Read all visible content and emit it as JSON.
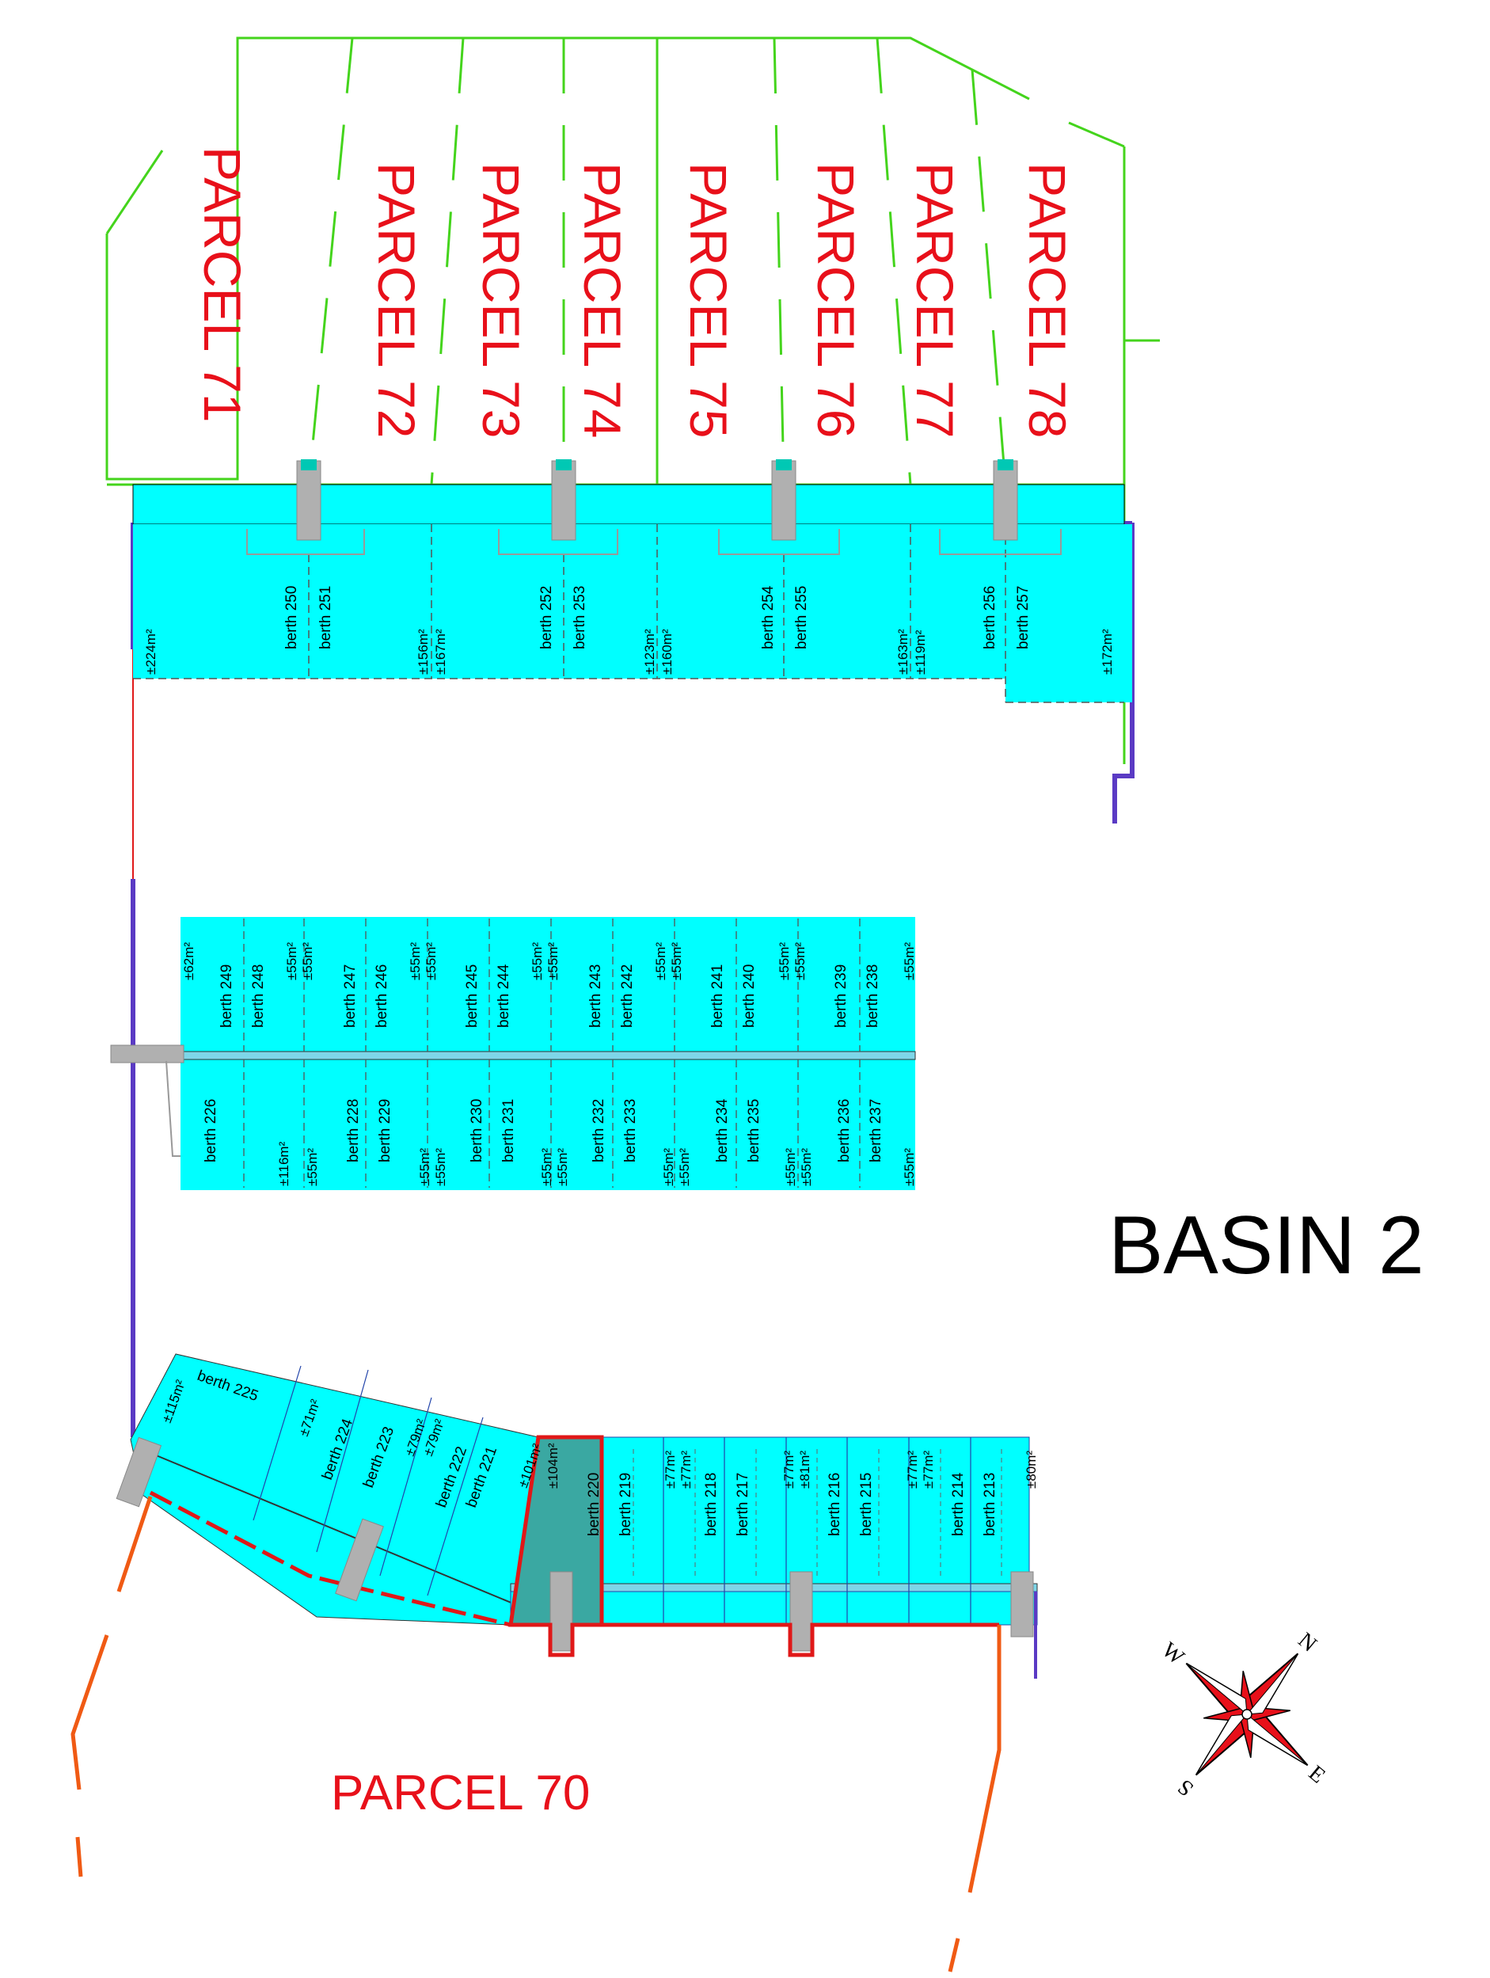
{
  "parcels": [
    {
      "label": "PARCEL 71"
    },
    {
      "label": "PARCEL 72"
    },
    {
      "label": "PARCEL 73"
    },
    {
      "label": "PARCEL 74"
    },
    {
      "label": "PARCEL 75"
    },
    {
      "label": "PARCEL 76"
    },
    {
      "label": "PARCEL 77"
    },
    {
      "label": "PARCEL 78"
    }
  ],
  "parcel70": {
    "label": "PARCEL 70"
  },
  "basin": {
    "label": "BASIN 2"
  },
  "compass": {
    "n": "N",
    "e": "E",
    "s": "S",
    "w": "W"
  },
  "top_berths": [
    "berth 250",
    "berth 251",
    "berth 252",
    "berth 253",
    "berth 254",
    "berth 255",
    "berth 256",
    "berth 257"
  ],
  "top_areas": [
    "±224m²",
    "±156m²",
    "±167m²",
    "±123m²",
    "±160m²",
    "±163m²",
    "±119m²",
    "±172m²"
  ],
  "middle_upper_berths": [
    "berth 249",
    "berth 248",
    "berth 247",
    "berth 246",
    "berth 245",
    "berth 244",
    "berth 243",
    "berth 242",
    "berth 241",
    "berth 240",
    "berth 239",
    "berth 238"
  ],
  "middle_upper_areas": [
    "±62m²",
    "±55m²",
    "±55m²",
    "±55m²",
    "±55m²",
    "±55m²",
    "±55m²",
    "±55m²",
    "±55m²",
    "±55m²",
    "±55m²",
    "±55m²"
  ],
  "middle_lower_berths": [
    "berth 226",
    "berth 228",
    "berth 229",
    "berth 230",
    "berth 231",
    "berth 232",
    "berth 233",
    "berth 234",
    "berth 235",
    "berth 236",
    "berth 237"
  ],
  "middle_lower_areas": [
    "±116m²",
    "±55m²",
    "±55m²",
    "±55m²",
    "±55m²",
    "±55m²",
    "±55m²",
    "±55m²",
    "±55m²",
    "±55m²",
    "±55m²"
  ],
  "bottom_angled_berths": [
    "berth 225",
    "berth 224",
    "berth 223",
    "berth 222",
    "berth 221"
  ],
  "bottom_angled_areas": [
    "±115m²",
    "±71m²",
    "±79m²",
    "±79m²",
    "±101m²"
  ],
  "bottom_berths": [
    "berth 220",
    "berth 219",
    "berth 218",
    "berth 217",
    "berth 216",
    "berth 215",
    "berth 214",
    "berth 213"
  ],
  "bottom_areas": [
    "±104m²",
    "±77m²",
    "±77m²",
    "±77m²",
    "±81m²",
    "±77m²",
    "±77m²",
    "±80m²"
  ],
  "colors": {
    "water": "#00ffff",
    "highlight": "#3aa8a2",
    "parcel_line": "#44d41c",
    "parcel_text": "#e8101a",
    "quay": "#5a3ac4",
    "red_line": "#e01818",
    "orange_line": "#f05a14",
    "dock": "#b0b0b0"
  }
}
